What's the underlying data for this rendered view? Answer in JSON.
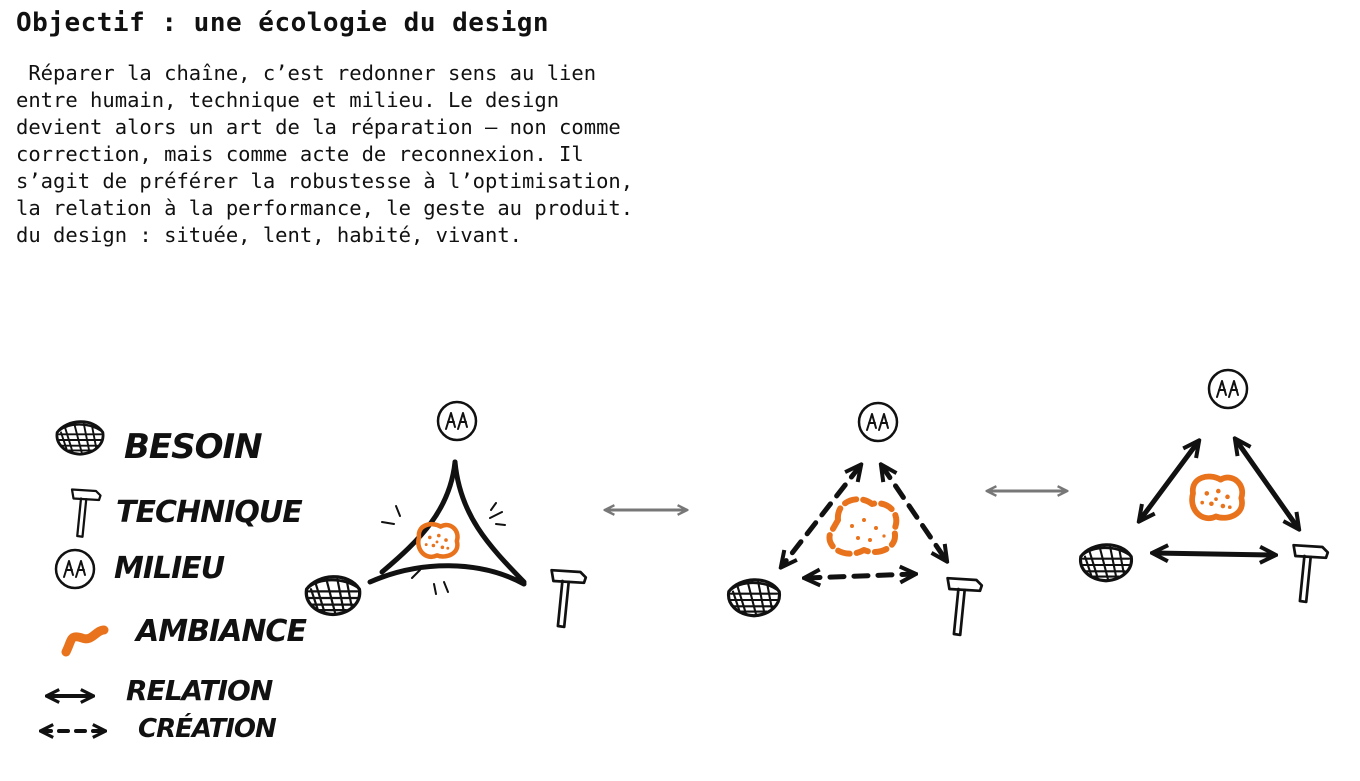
{
  "title": "Objectif : une écologie du design",
  "paragraph_lines": [
    " Réparer la chaîne, c’est redonner sens au lien",
    "entre humain, technique et milieu. Le design",
    "devient alors un art de la réparation — non comme",
    "correction, mais comme acte de reconnexion. Il",
    "s’agit de préférer la robustesse à l’optimisation,",
    "la relation à la performance, le geste au produit.",
    "du design : située, lent, habité, vivant."
  ],
  "legend": {
    "besoin": "BESOIN",
    "technique": "TECHNIQUE",
    "milieu": "MILIEU",
    "ambiance": "AMBIANCE",
    "relation": "RELATION",
    "creation": "CRÉATION",
    "milieu_mark": "AA"
  },
  "colors": {
    "ink": "#111111",
    "ambiance": "#E8731C",
    "transition_arrow": "#777777"
  },
  "icons": {
    "besoin": "basket-icon",
    "technique": "hammer-icon",
    "milieu": "mountain-circle-icon",
    "ambiance": "orange-blob-icon",
    "relation": "double-arrow-icon",
    "creation": "dashed-double-arrow-icon"
  }
}
